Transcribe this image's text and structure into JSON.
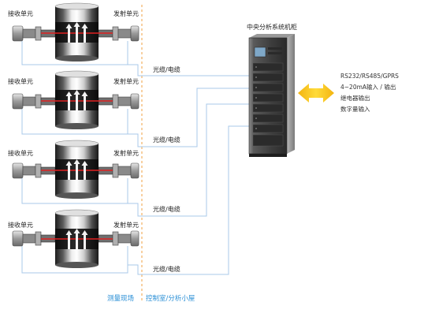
{
  "colors": {
    "cable": "#a8c8ea",
    "divider": "#f0a040",
    "arrow": "#f6c21a",
    "accent_text": "#2a8fd6",
    "cabinet": "#4a4a4a",
    "beam": "#e02020"
  },
  "units": [
    {
      "receiver_label": "接收单元",
      "transmitter_label": "发射单元",
      "cable_label": "光缆/电缆"
    },
    {
      "receiver_label": "接收单元",
      "transmitter_label": "发射单元",
      "cable_label": "光缆/电缆"
    },
    {
      "receiver_label": "接收单元",
      "transmitter_label": "发射单元",
      "cable_label": "光缆/电缆"
    },
    {
      "receiver_label": "接收单元",
      "transmitter_label": "发射单元",
      "cable_label": "光缆/电缆"
    }
  ],
  "cabinet": {
    "title": "中央分析系统机柜"
  },
  "outputs": {
    "lines": [
      "RS232/RS485/GPRS",
      "4~20mA输入 / 输出",
      "继电器输出",
      "数字量输入"
    ]
  },
  "zones": {
    "field": "测量现场",
    "control": "控制室/分析小屋"
  }
}
